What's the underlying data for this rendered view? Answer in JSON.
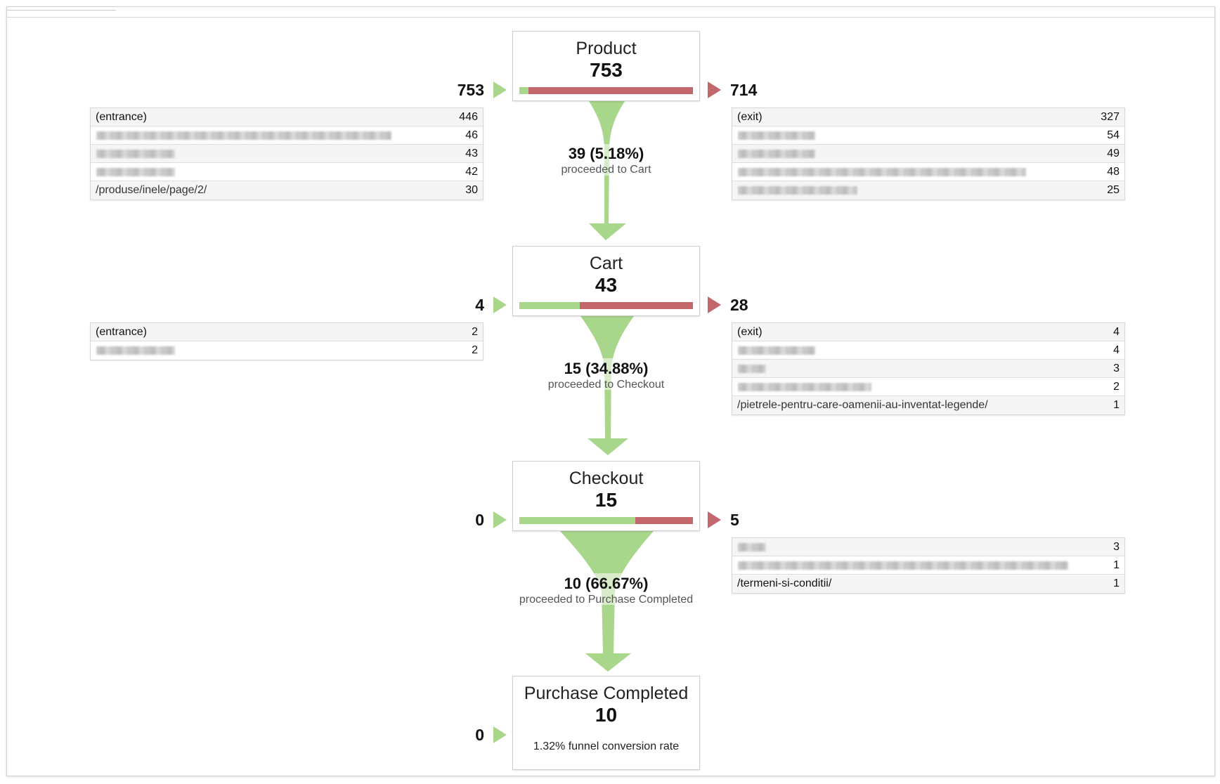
{
  "colors": {
    "proceed": "#a8d68a",
    "drop": "#c2676c",
    "flow": "#a8d68a"
  },
  "steps": [
    {
      "name": "Product",
      "count": "753",
      "proceed_fraction": 0.052,
      "entries": "753",
      "exits": "714"
    },
    {
      "name": "Cart",
      "count": "43",
      "proceed_fraction": 0.349,
      "entries": "4",
      "exits": "28"
    },
    {
      "name": "Checkout",
      "count": "15",
      "proceed_fraction": 0.667,
      "entries": "0",
      "exits": "5"
    },
    {
      "name": "Purchase Completed",
      "count": "10",
      "entries": "0",
      "note": "1.32% funnel conversion rate"
    }
  ],
  "flows": [
    {
      "value": "39 (5.18%)",
      "text": "proceeded to Cart"
    },
    {
      "value": "15 (34.88%)",
      "text": "proceeded to Checkout"
    },
    {
      "value": "10 (66.67%)",
      "text": "proceeded to Purchase Completed"
    }
  ],
  "product_entrances": [
    {
      "label": "(entrance)",
      "value": "446",
      "redacted": false
    },
    {
      "label": "",
      "value": "46",
      "redacted": true
    },
    {
      "label": "",
      "value": "43",
      "redacted": true
    },
    {
      "label": "",
      "value": "42",
      "redacted": true
    },
    {
      "label": "/produse/inele/page/2/",
      "value": "30",
      "redacted": false
    }
  ],
  "product_exits": [
    {
      "label": "(exit)",
      "value": "327",
      "redacted": false
    },
    {
      "label": "",
      "value": "54",
      "redacted": true
    },
    {
      "label": "",
      "value": "49",
      "redacted": true
    },
    {
      "label": "",
      "value": "48",
      "redacted": true
    },
    {
      "label": "",
      "value": "25",
      "redacted": true
    }
  ],
  "cart_entrances": [
    {
      "label": "(entrance)",
      "value": "2",
      "redacted": false
    },
    {
      "label": "",
      "value": "2",
      "redacted": true
    }
  ],
  "cart_exits": [
    {
      "label": "(exit)",
      "value": "4",
      "redacted": false
    },
    {
      "label": "",
      "value": "4",
      "redacted": true
    },
    {
      "label": "",
      "value": "3",
      "redacted": true
    },
    {
      "label": "",
      "value": "2",
      "redacted": true
    },
    {
      "label": "/pietrele-pentru-care-oamenii-au-inventat-legende/",
      "value": "1",
      "redacted": false
    }
  ],
  "checkout_exits": [
    {
      "label": "",
      "value": "3",
      "redacted": true
    },
    {
      "label": "",
      "value": "1",
      "redacted": true
    },
    {
      "label": "/termeni-si-conditii/",
      "value": "1",
      "redacted": false
    }
  ]
}
